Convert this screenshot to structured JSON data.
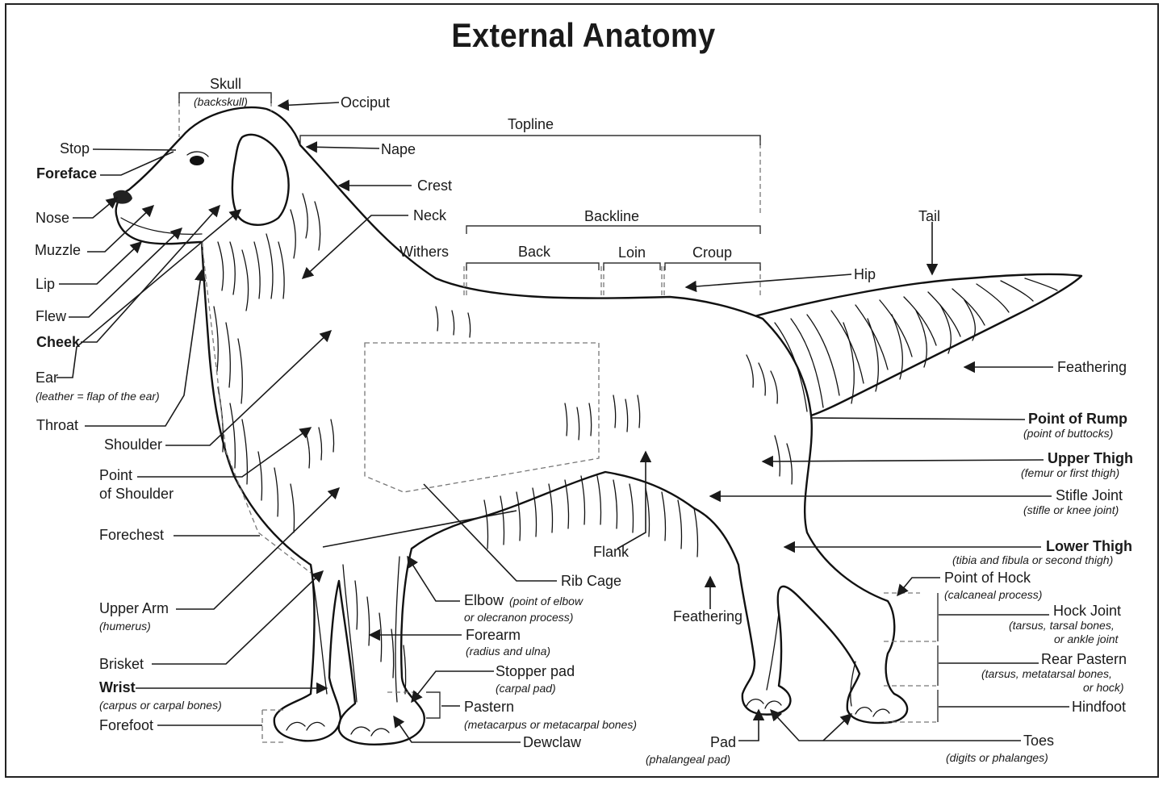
{
  "title": "External Anatomy",
  "labels": {
    "skull": "Skull",
    "skull_sub": "(backskull)",
    "occiput": "Occiput",
    "topline": "Topline",
    "stop": "Stop",
    "nape": "Nape",
    "foreface": "Foreface",
    "crest": "Crest",
    "nose": "Nose",
    "neck": "Neck",
    "backline": "Backline",
    "tail": "Tail",
    "muzzle": "Muzzle",
    "withers": "Withers",
    "back": "Back",
    "loin": "Loin",
    "croup": "Croup",
    "hip": "Hip",
    "lip": "Lip",
    "flew": "Flew",
    "cheek": "Cheek",
    "ear": "Ear",
    "ear_sub": "(leather = flap of the ear)",
    "feathering_tail": "Feathering",
    "throat": "Throat",
    "point_of_rump": "Point of Rump",
    "point_of_rump_sub": "(point of buttocks)",
    "shoulder": "Shoulder",
    "upper_thigh": "Upper Thigh",
    "upper_thigh_sub": "(femur or first thigh)",
    "point_of_shoulder_1": "Point",
    "point_of_shoulder_2": "of Shoulder",
    "stifle_joint": "Stifle Joint",
    "stifle_joint_sub": "(stifle or knee joint)",
    "forechest": "Forechest",
    "lower_thigh": "Lower Thigh",
    "lower_thigh_sub": "(tibia and fibula or second thigh)",
    "flank": "Flank",
    "rib_cage": "Rib Cage",
    "point_of_hock": "Point of Hock",
    "point_of_hock_sub": "(calcaneal process)",
    "upper_arm": "Upper Arm",
    "upper_arm_sub": "(humerus)",
    "elbow": "Elbow",
    "elbow_sub1": "(point of elbow",
    "elbow_sub2": "or olecranon process)",
    "feathering_belly": "Feathering",
    "hock_joint": "Hock Joint",
    "hock_joint_sub1": "(tarsus, tarsal bones,",
    "hock_joint_sub2": "or ankle joint",
    "forearm": "Forearm",
    "forearm_sub": "(radius and ulna)",
    "brisket": "Brisket",
    "stopper_pad": "Stopper pad",
    "stopper_pad_sub": "(carpal pad)",
    "rear_pastern": "Rear Pastern",
    "rear_pastern_sub1": "(tarsus, metatarsal bones,",
    "rear_pastern_sub2": "or hock)",
    "wrist": "Wrist",
    "wrist_sub": "(carpus or carpal bones)",
    "pastern": "Pastern",
    "pastern_sub": "(metacarpus or metacarpal bones)",
    "hindfoot": "Hindfoot",
    "forefoot": "Forefoot",
    "dewclaw": "Dewclaw",
    "pad": "Pad",
    "pad_sub": "(phalangeal pad)",
    "toes": "Toes",
    "toes_sub": "(digits or phalanges)"
  }
}
